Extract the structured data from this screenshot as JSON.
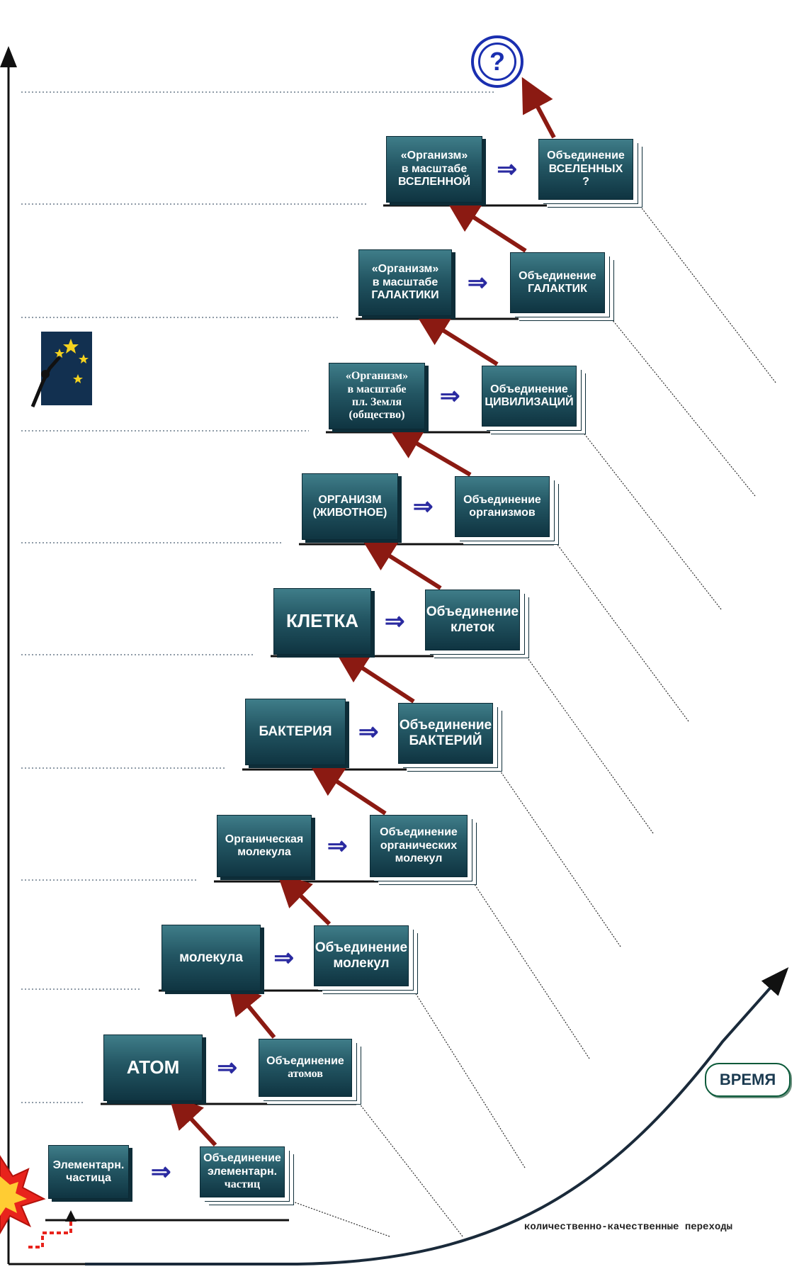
{
  "levels": [
    {
      "left": [
        "Элементарн.",
        "частица"
      ],
      "right": [
        "Объединение",
        "элементарн.",
        "частиц"
      ]
    },
    {
      "left": [
        "АТОМ"
      ],
      "right": [
        "Объединение",
        "атомов"
      ]
    },
    {
      "left": [
        "молекула"
      ],
      "right": [
        "Объединение",
        "молекул"
      ]
    },
    {
      "left": [
        "Органическая",
        "молекула"
      ],
      "right": [
        "Объединение",
        "органических",
        "молекул"
      ]
    },
    {
      "left": [
        "БАКТЕРИЯ"
      ],
      "right": [
        "Объединение",
        "БАКТЕРИЙ"
      ]
    },
    {
      "left": [
        "КЛЕТКА"
      ],
      "right": [
        "Объединение",
        "клеток"
      ]
    },
    {
      "left": [
        "ОРГАНИЗМ",
        "(ЖИВОТНОЕ)"
      ],
      "right": [
        "Объединение",
        "организмов"
      ]
    },
    {
      "left": [
        "«Организм»",
        "в масштабе",
        "пл. Земля",
        "(общество)"
      ],
      "right": [
        "Объединение",
        "ЦИВИЛИЗАЦИЙ"
      ]
    },
    {
      "left": [
        "«Организм»",
        "в масштабе",
        "ГАЛАКТИКИ"
      ],
      "right": [
        "Объединение",
        "ГАЛАКТИК"
      ]
    },
    {
      "left": [
        "«Организм»",
        "в масштабе",
        "ВСЕЛЕННОЙ"
      ],
      "right": [
        "Объединение",
        "ВСЕЛЕННЫХ",
        "?"
      ]
    }
  ],
  "implies_symbol": "⇒",
  "question_mark": "?",
  "time_label": "ВРЕМЯ",
  "caption": "количественно-качественные переходы",
  "colors": {
    "box": "#235663",
    "up_arrow": "#8b1a12",
    "implies_arrow": "#2a2aa0",
    "burst": "#e8231c",
    "curve": "#1a2a3a"
  },
  "icons": [
    "question-circle-icon",
    "night-sky-figure-icon",
    "burst-icon"
  ]
}
